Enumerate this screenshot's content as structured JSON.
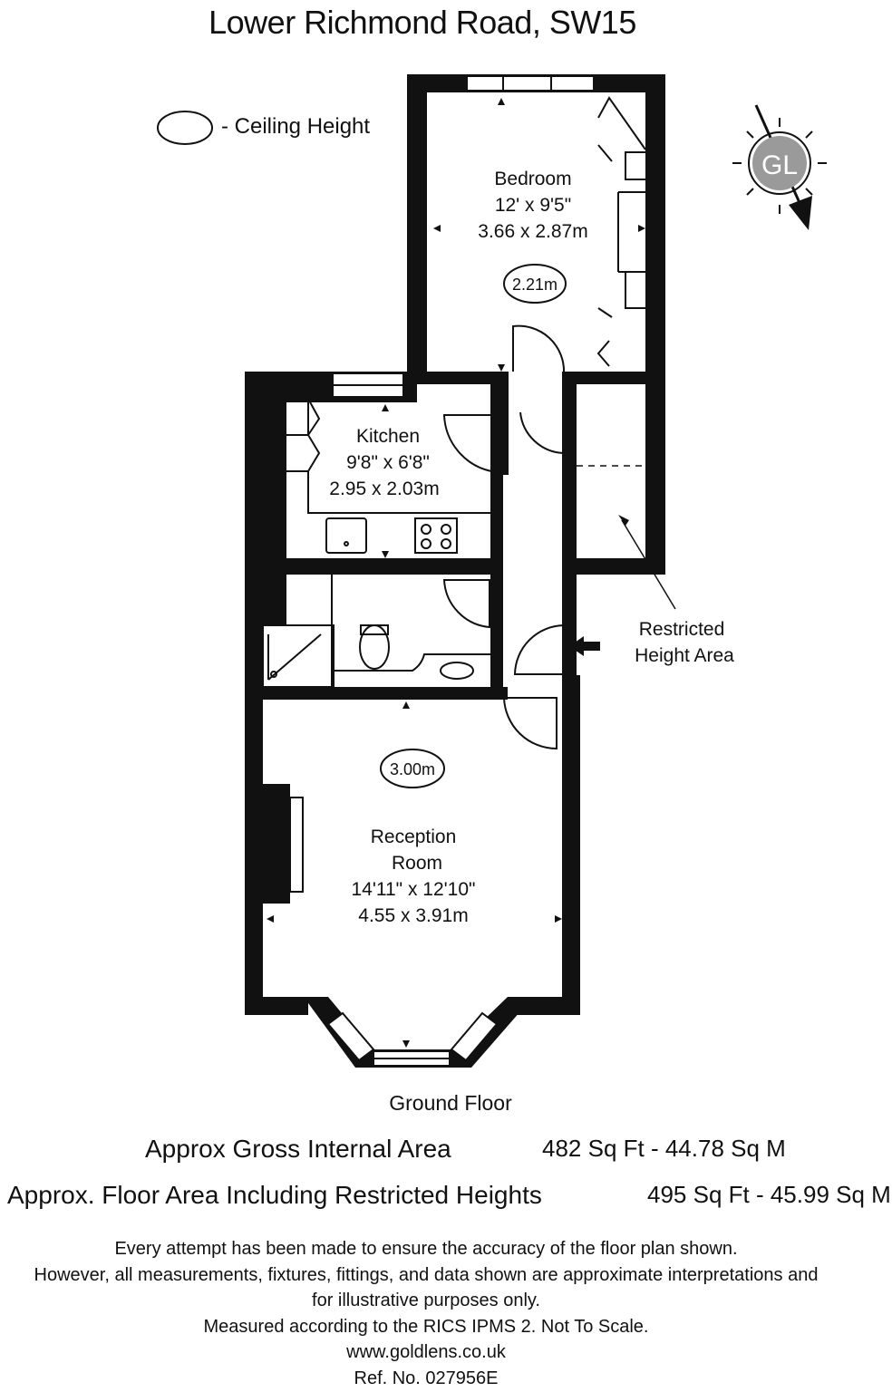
{
  "title": "Lower Richmond Road, SW15",
  "legend": {
    "ceiling_height_label": "- Ceiling Height"
  },
  "compass": {
    "logo_text": "GL"
  },
  "rooms": {
    "bedroom": {
      "name": "Bedroom",
      "imperial": "12' x 9'5\"",
      "metric": "3.66 x 2.87m",
      "ceiling": "2.21m"
    },
    "kitchen": {
      "name": "Kitchen",
      "imperial": "9'8\" x 6'8\"",
      "metric": "2.95 x 2.03m"
    },
    "reception": {
      "name_line1": "Reception",
      "name_line2": "Room",
      "imperial": "14'11\" x 12'10\"",
      "metric": "4.55 x 3.91m",
      "ceiling": "3.00m"
    }
  },
  "restricted": {
    "line1": "Restricted",
    "line2": "Height Area"
  },
  "floor_label": "Ground Floor",
  "areas": {
    "gross_label": "Approx Gross Internal Area",
    "gross_value": "482 Sq Ft  -  44.78 Sq M",
    "restricted_label": "Approx. Floor Area Including Restricted Heights",
    "restricted_value": "495 Sq Ft  -  45.99 Sq M"
  },
  "disclaimer": {
    "line1": "Every attempt has been made to ensure the accuracy of the floor plan shown.",
    "line2": "However, all measurements, fixtures, fittings, and data shown are approximate interpretations and",
    "line3": "for illustrative purposes only.",
    "line4": "Measured according to the RICS IPMS 2. Not To Scale.",
    "line5": "www.goldlens.co.uk",
    "line6": "Ref. No. 027956E"
  },
  "colors": {
    "wall": "#111111",
    "compass_fill": "#9a9a9a",
    "background": "#ffffff"
  }
}
